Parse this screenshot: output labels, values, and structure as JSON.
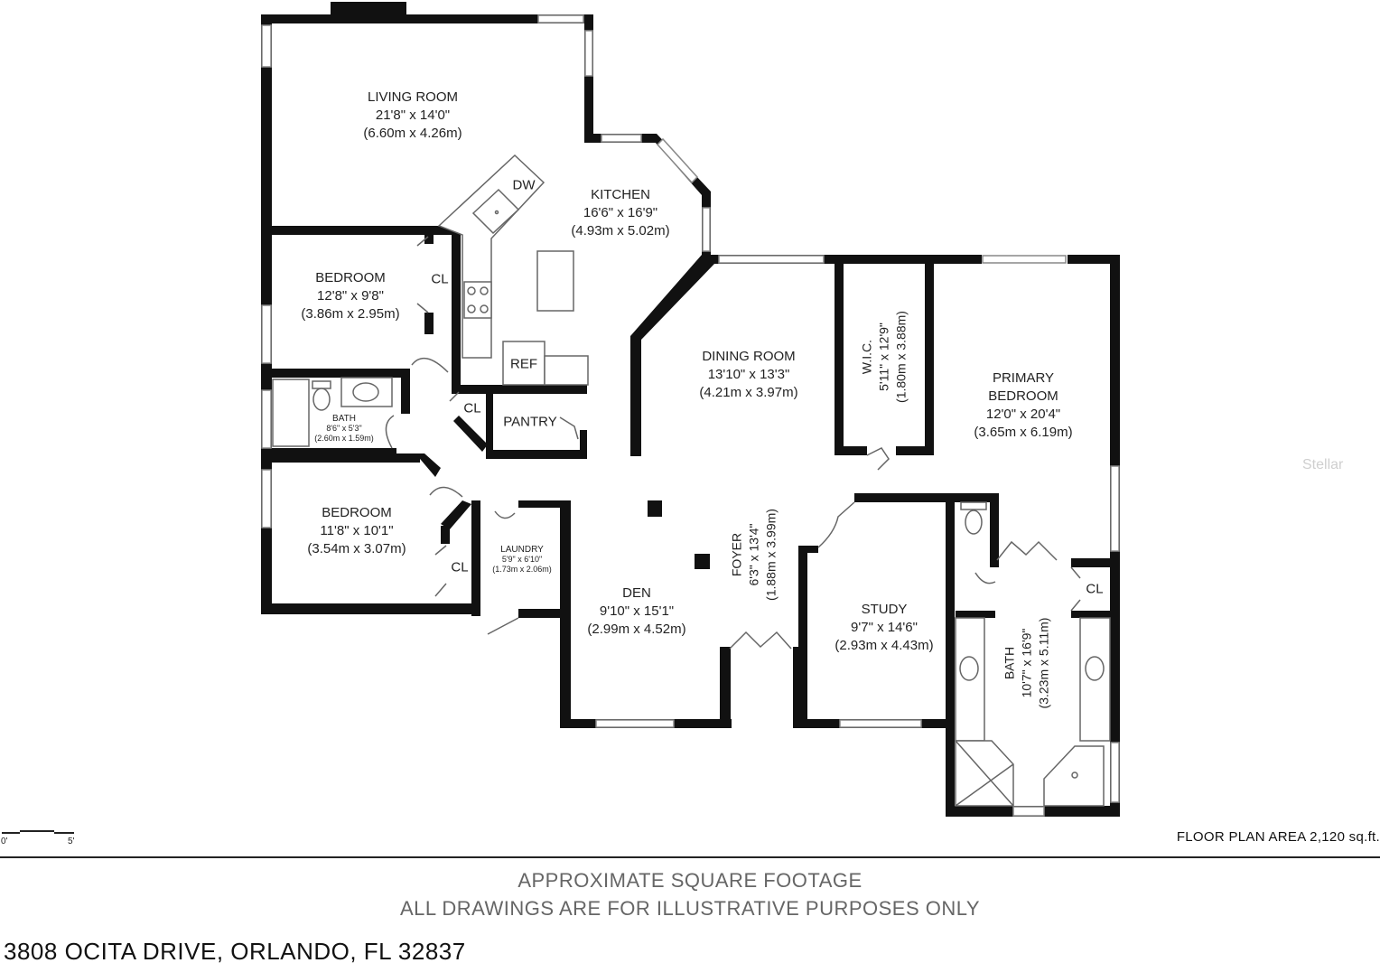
{
  "rooms": {
    "living": {
      "name": "LIVING ROOM",
      "dim": "21'8\" x 14'0\"",
      "metric": "(6.60m x 4.26m)"
    },
    "kitchen": {
      "name": "KITCHEN",
      "dim": "16'6\" x 16'9\"",
      "metric": "(4.93m x 5.02m)"
    },
    "bedroom1": {
      "name": "BEDROOM",
      "dim": "12'8\" x 9'8\"",
      "metric": "(3.86m x 2.95m)"
    },
    "bath_small": {
      "name": "BATH",
      "dim": "8'6\" x 5'3\"",
      "metric": "(2.60m x 1.59m)"
    },
    "bedroom2": {
      "name": "BEDROOM",
      "dim": "11'8\" x 10'1\"",
      "metric": "(3.54m x 3.07m)"
    },
    "laundry": {
      "name": "LAUNDRY",
      "dim": "5'9\" x 6'10\"",
      "metric": "(1.73m x 2.06m)"
    },
    "den": {
      "name": "DEN",
      "dim": "9'10\" x 15'1\"",
      "metric": "(2.99m x 4.52m)"
    },
    "foyer": {
      "name": "FOYER",
      "dim": "6'3\" x 13'4\"",
      "metric": "(1.88m x 3.99m)"
    },
    "dining": {
      "name": "DINING ROOM",
      "dim": "13'10\" x 13'3\"",
      "metric": "(4.21m x 3.97m)"
    },
    "wic": {
      "name": "W.I.C.",
      "dim": "5'11\" x 12'9\"",
      "metric": "(1.80m x 3.88m)"
    },
    "primary": {
      "name": "PRIMARY",
      "name2": "BEDROOM",
      "dim": "12'0\" x 20'4\"",
      "metric": "(3.65m x 6.19m)"
    },
    "study": {
      "name": "STUDY",
      "dim": "9'7\" x 14'6\"",
      "metric": "(2.93m x 4.43m)"
    },
    "bath_primary": {
      "name": "BATH",
      "dim": "10'7\" x 16'9\"",
      "metric": "(3.23m x 5.11m)"
    }
  },
  "tags": {
    "dw": "DW",
    "ref": "REF",
    "pantry": "PANTRY",
    "cl": "CL"
  },
  "scale": {
    "start": "0'",
    "end": "5'"
  },
  "footer": {
    "area": "FLOOR PLAN AREA 2,120 sq.ft.",
    "approx": "APPROXIMATE SQUARE FOOTAGE",
    "illustrative": "ALL DRAWINGS ARE FOR ILLUSTRATIVE PURPOSES ONLY",
    "address": "3808 OCITA DRIVE, ORLANDO, FL 32837"
  },
  "watermark": "Stellar",
  "colors": {
    "wall": "#111111",
    "text": "#222222",
    "footer_gray": "#666666"
  }
}
